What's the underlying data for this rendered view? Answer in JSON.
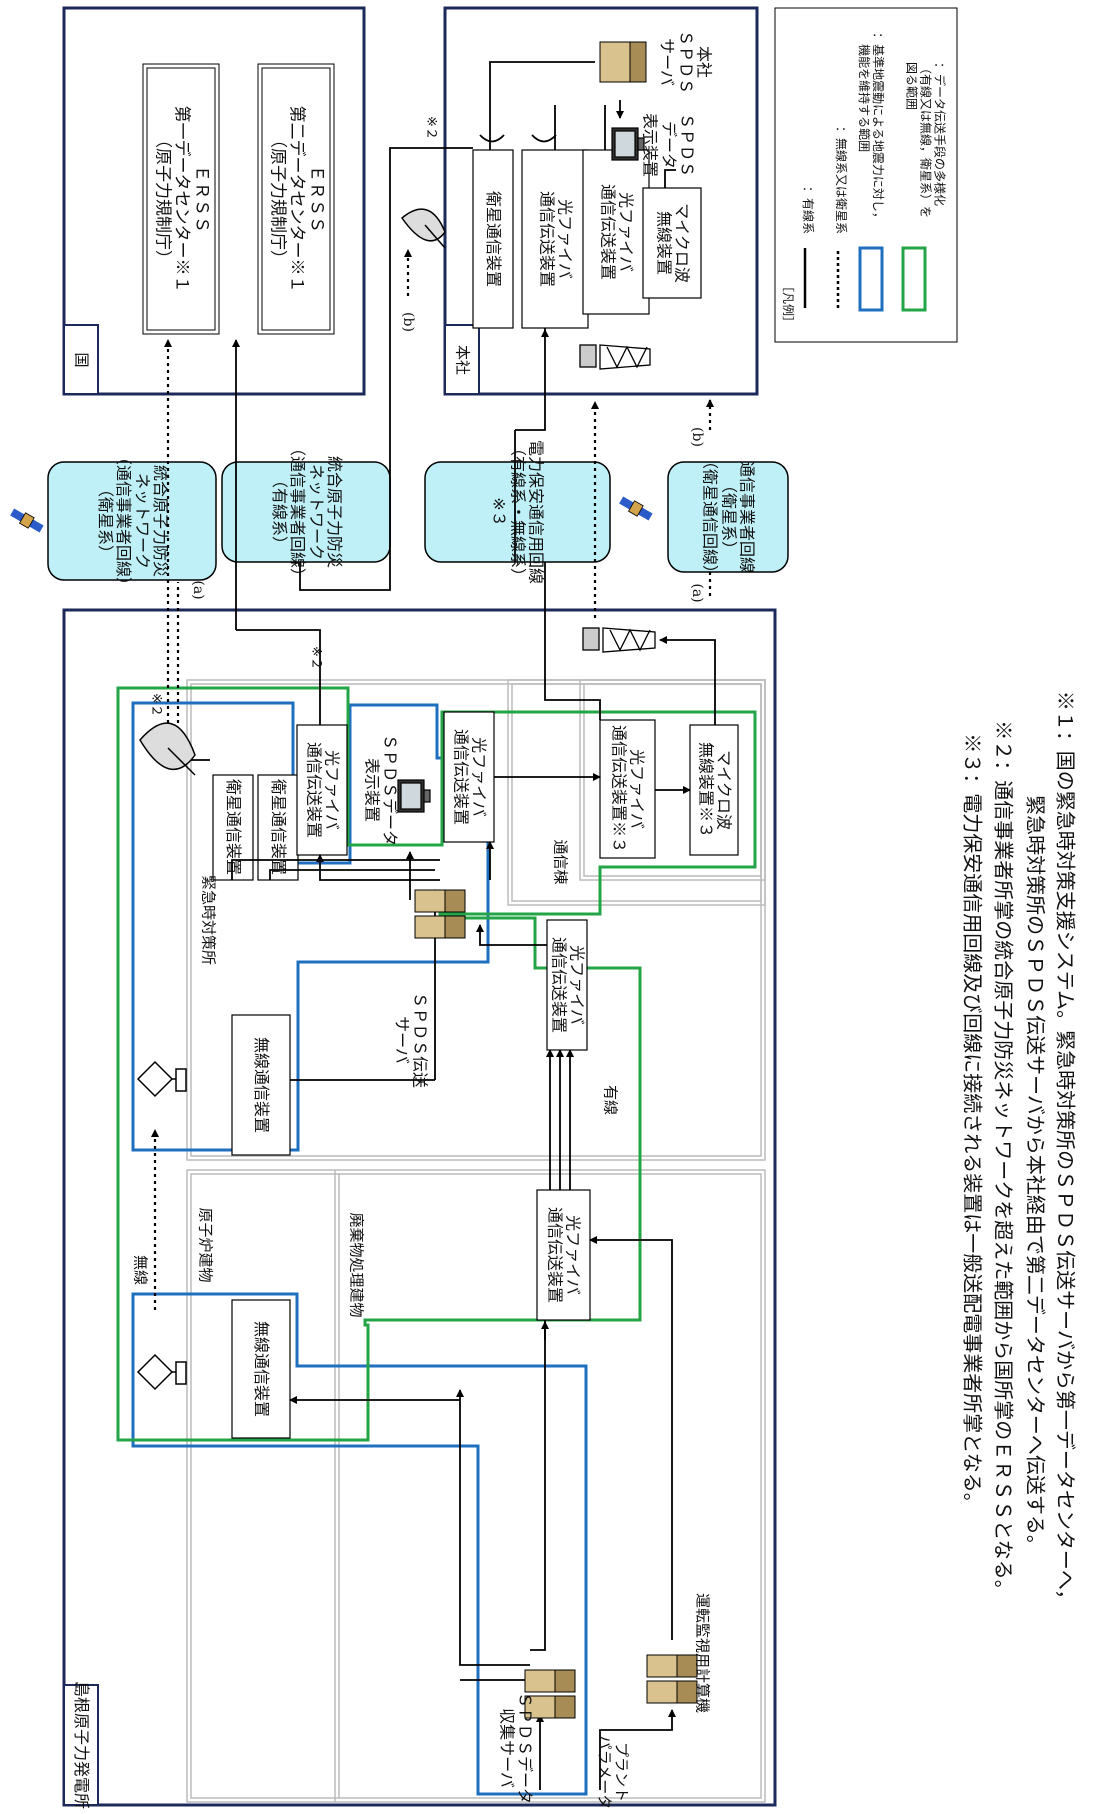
{
  "notes": {
    "n1": "※１：国の緊急時対策支援システム。緊急時対策所のＳＰＤＳ伝送サーバから第一データセンターへ，",
    "n1b": "緊急時対策所のＳＰＤＳ伝送サーバから本社経由で第二データセンターへ伝送する。",
    "n2": "※２：通信事業者所掌の統合原子力防災ネットワークを超えた範囲から国所掌のＥＲＳＳとなる。",
    "n3": "※３：電力保安通信用回線及び回線に接続される装置は一般送配電事業者所掌となる。"
  },
  "legend": {
    "title": "［凡例］",
    "wired": "：有線系",
    "wireless": "：無線系又は衛星系",
    "blue": "：基準地震動による地震力に対し，\n　機能を維持する範囲",
    "green": "：データ伝送手段の多様化\n（有線又は無線，衛星系）を\n図る範囲"
  },
  "country": {
    "label": "国",
    "erss1": "ＥＲＳＳ\n第一データセンター※１\n（原子力規制庁）",
    "erss2": "ＥＲＳＳ\n第二データセンター※１\n（原子力規制庁）"
  },
  "hq": {
    "label": "本社",
    "spds_server": "本社\nＳＰＤＳ\nサーバ",
    "spds_display": "ＳＰＤＳ\nデータ\n表示装置",
    "sat_dev": "衛星通信装置",
    "fiber1": "光ファイバ\n通信伝送装置",
    "fiber2": "光ファイバ\n通信伝送装置",
    "microwave": "マイクロ波\n無線装置",
    "note2": "※２",
    "b": "(b)"
  },
  "networks": {
    "sat_net": "統合原子力防災\nネットワーク\n（通信事業者回線）\n（衛星系）",
    "wired_net": "統合原子力防災\nネットワーク\n（通信事業者回線）\n（有線系）",
    "power_line": "電力保安通信用回線\n（有線系・無線系）\n※３",
    "sat_line": "通信事業者回線\n（衛星系）\n（衛星通信回線）",
    "a1": "(a)",
    "a2": "(a)",
    "b2": "(b)"
  },
  "plant": {
    "label": "島根原子力発電所",
    "reactor_bldg": "原子炉建物",
    "waste_bldg": "廃棄物処理建物",
    "wireless_label": "無線",
    "wireless_dev1": "無線通信装置",
    "spds_collect": "ＳＰＤＳデータ\n収集サーバ",
    "plant_param": "プラント\nパラメータ",
    "ops_computer": "運転監視用計算機",
    "fiber_waste": "光ファイバ\n通信伝送装置",
    "wired_label": "有線",
    "emergency": "緊急時対策所",
    "wireless_dev2": "無線通信装置",
    "spds_trans": "ＳＰＤＳ伝送\nサーバ",
    "fiber_em": "光ファイバ\n通信伝送装置",
    "sat_dev1": "衛星通信装置",
    "sat_dev2": "衛星通信装置",
    "fiber_em2": "光ファイバ\n通信伝送装置",
    "spds_display": "ＳＰＤＳデータ\n表示装置",
    "note2": "※２",
    "note2b": "※２",
    "comm_bldg": "通信棟",
    "fiber_comm": "光ファイバ\n通信伝送装置※３",
    "fiber_comm2": "光ファイバ\n通信伝送装置",
    "microwave": "マイクロ波\n無線装置※３"
  },
  "colors": {
    "blue": "#1f6fbf",
    "green": "#23a447",
    "cyan": "#bff0f7",
    "navy": "#1b2a5a"
  }
}
